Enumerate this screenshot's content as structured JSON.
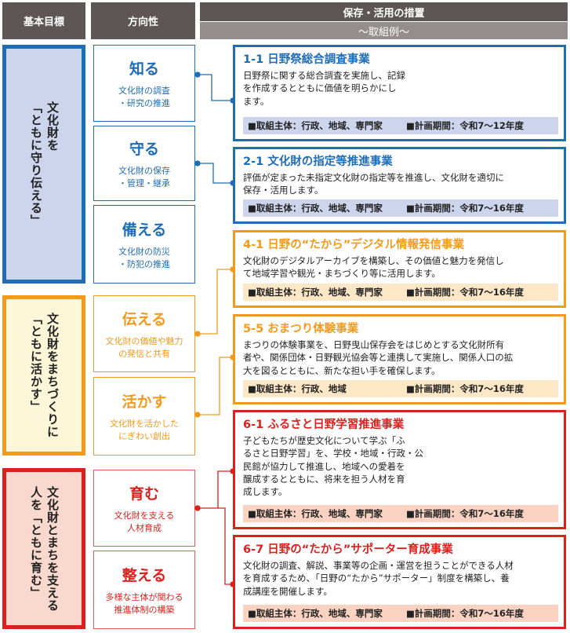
{
  "header": {
    "goal": "基本目標",
    "direction": "方向性",
    "measures": "保存・活用の措置",
    "measures_sub": "〜取組例〜"
  },
  "colors": {
    "blue": "#1f6db5",
    "orange": "#f29a1e",
    "red": "#d9211e",
    "header": "#5e5656"
  },
  "goals": [
    {
      "text": "文化財を\n「ともに守り伝える」",
      "color": "#1f6db5",
      "bg": "#cdd5ec"
    },
    {
      "text": "文化財をまちづくりに\n「ともに活かす」",
      "color": "#f29a1e",
      "bg": "#fdf6d8"
    },
    {
      "text": "文化財とまちを支える\n人を「ともに育む」",
      "color": "#d9211e",
      "bg": "#f9d9cd"
    }
  ],
  "directions": [
    {
      "title": "知る",
      "sub": "文化財の調査\n・研究の推進"
    },
    {
      "title": "守る",
      "sub": "文化財の保存\n・管理・継承"
    },
    {
      "title": "備える",
      "sub": "文化財の防災\n・防犯の推進"
    },
    {
      "title": "伝える",
      "sub": "文化財の価値や魅力\nの発信と共有"
    },
    {
      "title": "活かす",
      "sub": "文化財を活かした\nにぎわい創出"
    },
    {
      "title": "育む",
      "sub": "文化財を支える\n人材育成"
    },
    {
      "title": "整える",
      "sub": "多様な主体が関わる\n推進体制の構築"
    }
  ],
  "measures": [
    {
      "title": "1-1 日野祭総合調査事業",
      "desc": "日野祭に関する総合調査を実施し、記録\nを作成するとともに価値を明らかにし\nます。",
      "actors": "■取組主体：行政、地域、専門家",
      "period": "■計画期間：令和7〜12年度"
    },
    {
      "title": "2-1 文化財の指定等推進事業",
      "desc": "評価が定まった未指定文化財の指定等を推進し、文化財を適切に\n保存・活用します。",
      "actors": "■取組主体：行政、地域、専門家",
      "period": "■計画期間：令和7〜16年度"
    },
    {
      "title": "4-1 日野の“たから”デジタル情報発信事業",
      "desc": "文化財のデジタルアーカイブを構築し、その価値と魅力を発信し\nて地域学習や観光・まちづくり等に活用します。",
      "actors": "■取組主体：行政、地域、専門家",
      "period": "■計画期間：令和7〜16年度"
    },
    {
      "title": "5-5 おまつり体験事業",
      "desc": "まつりの体験事業を、日野曳山保存会をはじめとする文化財所有\n者や、関係団体・日野観光協会等と連携して実施し、関係人口の拡\n大を図るとともに、新たな担い手を確保します。",
      "actors": "■取組主体：行政、地域",
      "period": "■計画期間：令和7〜16年度"
    },
    {
      "title": "6-1 ふるさと日野学習推進事業",
      "desc": "子どもたちが歴史文化について学ぶ「ふ\nるさと日野学習」を、学校・地域・行政・公\n民館が協力して推進し、地域への愛着を\n醸成するとともに、将来を担う人材を育\n成します。",
      "actors": "■取組主体：行政、地域、専門家",
      "period": "■計画期間：令和7〜16年度"
    },
    {
      "title": "6-7 日野の“たから”サポーター育成事業",
      "desc": "文化財の調査、解説、事業等の企画・運営を担うことができる人材\nを育成するため、「日野の“たから”サポーター」制度を構築し、養\n成講座を開催します。",
      "actors": "■取組主体：行政、地域、専門家",
      "period": "■計画期間：令和7〜16年度"
    }
  ]
}
